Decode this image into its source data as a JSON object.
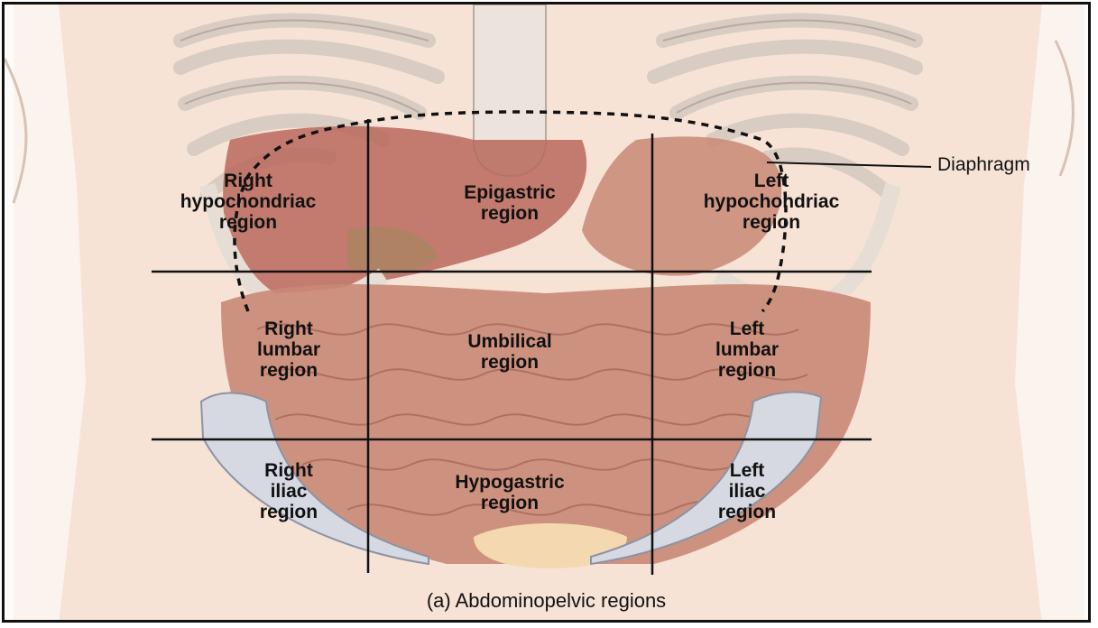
{
  "figure": {
    "caption": "(a) Abdominopelvic regions",
    "callout": "Diaphragm"
  },
  "regions": [
    {
      "id": "right-hypochondriac",
      "label": "Right\nhypochondriac\nregion"
    },
    {
      "id": "epigastric",
      "label": "Epigastric\nregion"
    },
    {
      "id": "left-hypochondriac",
      "label": "Left\nhypochondriac\nregion"
    },
    {
      "id": "right-lumbar",
      "label": "Right\nlumbar\nregion"
    },
    {
      "id": "umbilical",
      "label": "Umbilical\nregion"
    },
    {
      "id": "left-lumbar",
      "label": "Left\nlumbar\nregion"
    },
    {
      "id": "right-iliac",
      "label": "Right\niliac\nregion"
    },
    {
      "id": "hypogastric",
      "label": "Hypogastric\nregion"
    },
    {
      "id": "left-iliac",
      "label": "Left\niliac\nregion"
    }
  ],
  "colors": {
    "skin": "#f6e3d6",
    "bone": "#ece4dc",
    "organ": "#c98876",
    "liver": "#b8695c",
    "pelvis": "#d6d9e2",
    "line": "#111111"
  }
}
